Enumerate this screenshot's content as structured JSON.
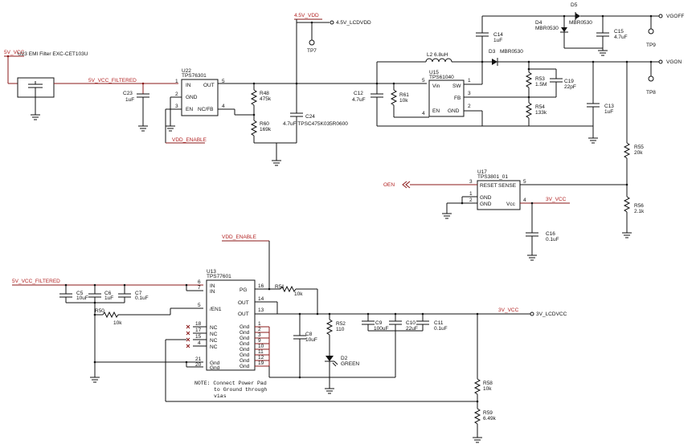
{
  "nets": {
    "n5v_vcc": "5V_VCC",
    "n5v_vcc_filtered": "5V_VCC_FILTERED",
    "n5v_vcc_filtered_2": "5V_VCC_FILTERED",
    "n4v5_vdd": "4.5V_VDD",
    "n4v5_lcdvdd": "4.5V_LCDVDD",
    "vdd_enable": "VDD_ENABLE",
    "vdd_enable_2": "VDD_ENABLE",
    "vgoff": "VGOFF",
    "vgon": "VGON",
    "oen": "OEN",
    "n3v_vcc_a": "3V_VCC",
    "n3v_vcc_b": "3V_VCC",
    "n3v_lcdvcc": "3V_LCDVCC"
  },
  "ics": {
    "u23": {
      "ref": "U23",
      "desc": "EMI Filter EXC-CET103U"
    },
    "u22": {
      "ref": "U22",
      "part": "TPS76301",
      "pins": [
        "IN",
        "GND",
        "EN",
        "OUT",
        "NC/FB"
      ],
      "nums": [
        "1",
        "2",
        "3",
        "5",
        "4"
      ]
    },
    "u15": {
      "ref": "U15",
      "part": "TPS61040",
      "pins": [
        "Vin",
        "EN",
        "SW",
        "FB",
        "GND"
      ],
      "nums": [
        "5",
        "4",
        "1",
        "3",
        "2"
      ]
    },
    "u17": {
      "ref": "U17",
      "part": "TPS3801_01",
      "pins": [
        "RESET",
        "SENSE",
        "GND",
        "GND",
        "Vcc"
      ],
      "nums": [
        "3",
        "5",
        "1",
        "2",
        "4"
      ]
    },
    "u13": {
      "ref": "U13",
      "part": "TPS77601",
      "left_pins": [
        "IN",
        "IN",
        "/EN1",
        "NC",
        "NC",
        "NC",
        "NC",
        "Gnd",
        "Gnd"
      ],
      "left_nums": [
        "6",
        "7",
        "5",
        "18",
        "17",
        "15",
        "4",
        "21",
        "20"
      ],
      "right_pins": [
        "PG",
        "OUT",
        "OUT",
        "Gnd",
        "Gnd",
        "Gnd",
        "Gnd",
        "Gnd",
        "Gnd",
        "Gnd",
        "Gnd"
      ],
      "right_nums": [
        "16",
        "14",
        "13",
        "1",
        "2",
        "3",
        "9",
        "10",
        "11",
        "12",
        "19"
      ]
    }
  },
  "parts": {
    "c23": {
      "ref": "C23",
      "val": "1uF"
    },
    "r48": {
      "ref": "R48",
      "val": "475k"
    },
    "r60": {
      "ref": "R60",
      "val": "169k"
    },
    "c24": {
      "ref": "C24",
      "val": "4.7uF TPSC475K035R0600"
    },
    "tp7": {
      "ref": "TP7"
    },
    "c12": {
      "ref": "C12",
      "val": "4.7uF"
    },
    "r61": {
      "ref": "R61",
      "val": "10k"
    },
    "l2": {
      "ref": "L2",
      "val": "6.8uH"
    },
    "c14": {
      "ref": "C14",
      "val": "1uF"
    },
    "d5": {
      "ref": "D5"
    },
    "d4": {
      "ref": "D4",
      "val": "MBR0530"
    },
    "d5v": {
      "val": "MBR0530"
    },
    "c15": {
      "ref": "C15",
      "val": "4.7uF"
    },
    "tp9": {
      "ref": "TP9"
    },
    "d3": {
      "ref": "D3",
      "val": "MBR0530"
    },
    "r53": {
      "ref": "R53",
      "val": "1.5M"
    },
    "c19": {
      "ref": "C19",
      "val": "22pF"
    },
    "r54": {
      "ref": "R54",
      "val": "133k"
    },
    "c13": {
      "ref": "C13",
      "val": "1uF"
    },
    "tp8": {
      "ref": "TP8"
    },
    "r55": {
      "ref": "R55",
      "val": "20k"
    },
    "r56": {
      "ref": "R56",
      "val": "2.1k"
    },
    "c16": {
      "ref": "C16",
      "val": "0.1uF"
    },
    "c5": {
      "ref": "C5",
      "val": "10uF"
    },
    "c6": {
      "ref": "C6",
      "val": "1uF"
    },
    "c7": {
      "ref": "C7",
      "val": "0.1uF"
    },
    "r50": {
      "ref": "R50",
      "val": "10k"
    },
    "r51": {
      "ref": "R51",
      "val": "10k"
    },
    "c8": {
      "ref": "C8",
      "val": "10uF"
    },
    "r52": {
      "ref": "R52",
      "val": "110"
    },
    "d2": {
      "ref": "D2",
      "val": "GREEN"
    },
    "c9": {
      "ref": "C9",
      "val": "100uF"
    },
    "c10": {
      "ref": "C10",
      "val": "22uF"
    },
    "c11": {
      "ref": "C11",
      "val": "0.1uF"
    },
    "r58": {
      "ref": "R58",
      "val": "10k"
    },
    "r59": {
      "ref": "R59",
      "val": "6.49k"
    }
  },
  "note": {
    "line1": "NOTE: Connect Power Pad",
    "line2": "to Ground through",
    "line3": "vias"
  }
}
